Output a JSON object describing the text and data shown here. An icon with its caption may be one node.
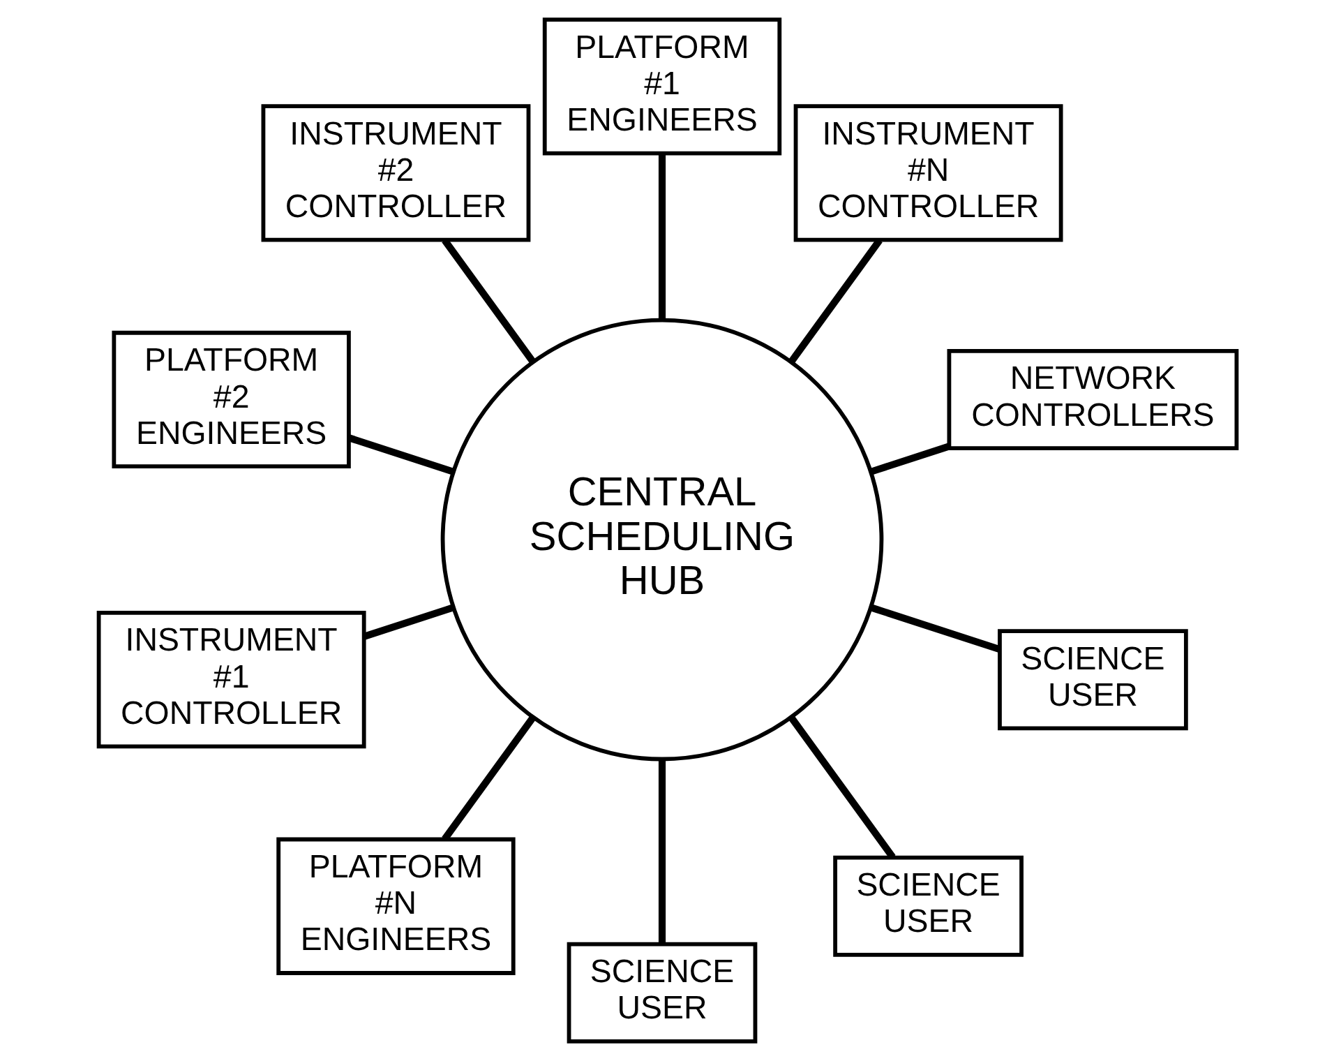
{
  "diagram": {
    "nodes": [
      {
        "text": [
          "NETWORK CONTROLLERS"
        ]
      },
      {
        "text": [
          "INSTRUMENT #N CONTROLLER"
        ]
      },
      {
        "text": [
          "PLATFORM #1 ENGINEERS"
        ]
      },
      {
        "text": [
          "INSTRUMENT #2 CONTROLLER"
        ]
      },
      {
        "text": [
          "PLATFORM #2 ENGINEERS"
        ]
      },
      {
        "text": [
          "CENTRAL SCHEDULING HUB"
        ]
      },
      {
        "text": [
          "INSTRUMENT #1 CONTROLLER"
        ]
      },
      {
        "text": [
          "PLATFORM #N ENGINEERS"
        ]
      },
      {
        "text": [
          "SCIENCE USER"
        ]
      },
      {
        "text": [
          "SCIENCE USER"
        ]
      },
      {
        "text": [
          "SCIENCE USER"
        ]
      }
    ],
    "edges": [
      {
        "from": 5,
        "to": 0,
        "arrow": "none"
      },
      {
        "from": 5,
        "to": 2,
        "arrow": "none"
      },
      {
        "from": 5,
        "to": 4,
        "arrow": "none"
      },
      {
        "from": 5,
        "to": 7,
        "arrow": "none"
      },
      {
        "from": 5,
        "to": 9,
        "arrow": "none"
      },
      {
        "from": 5,
        "to": 10,
        "arrow": "none"
      },
      {
        "from": 5,
        "to": 8,
        "arrow": "none"
      },
      {
        "from": 5,
        "to": 6,
        "arrow": "none"
      },
      {
        "from": 5,
        "to": 3,
        "arrow": "none"
      },
      {
        "from": 5,
        "to": 1,
        "arrow": "none"
      }
    ]
  }
}
